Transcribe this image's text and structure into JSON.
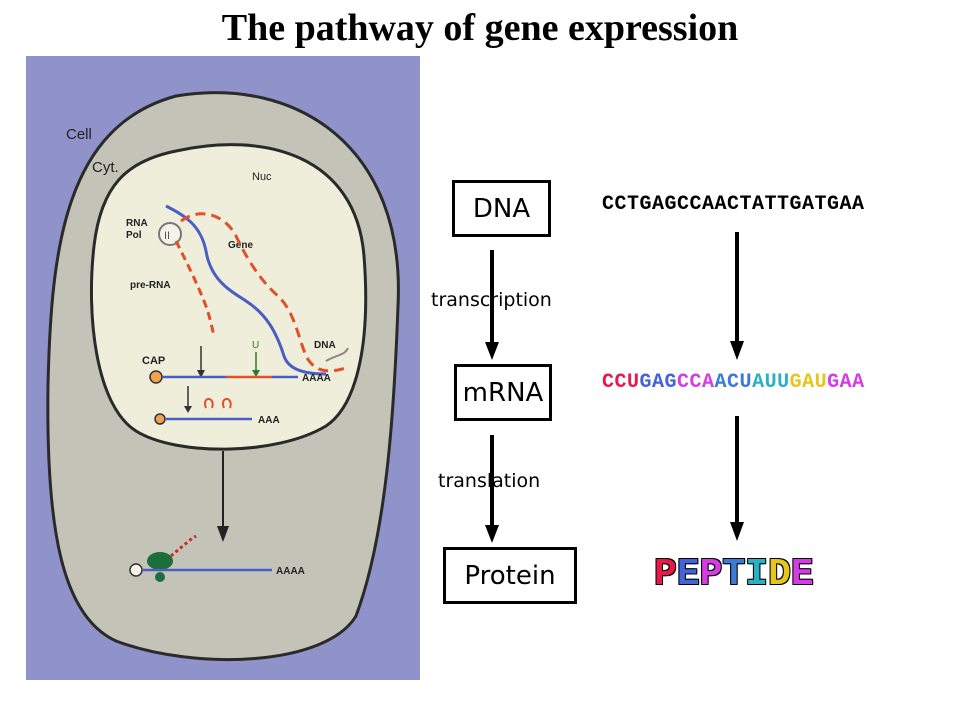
{
  "title": "The pathway of gene expression",
  "photo_labels": {
    "cell": "Cell",
    "cyt": "Cyt.",
    "nuc": "Nuc",
    "rna_pol": [
      "RNA",
      "Pol"
    ],
    "pol_num": "II",
    "gene": "Gene",
    "pre_rna": "pre-RNA",
    "dna": "DNA",
    "cap": "CAP",
    "u": "U",
    "aaaa_1": "AAAA",
    "aaa": "AAA",
    "aaaa_2": "AAAA"
  },
  "flow": {
    "dna_label": "DNA",
    "transcription_label": "transcription",
    "mrna_label": "mRNA",
    "translation_label": "translation",
    "protein_label": "Protein"
  },
  "dna_sequence": "CCTGAGCCAACTATTGATGAA",
  "mrna_codons": [
    {
      "text": "CCU",
      "color": "#e6194b"
    },
    {
      "text": "GAG",
      "color": "#4363d8"
    },
    {
      "text": "CCA",
      "color": "#d63ce6"
    },
    {
      "text": "ACU",
      "color": "#3a7bd5"
    },
    {
      "text": "AUU",
      "color": "#2ab0c4"
    },
    {
      "text": "GAU",
      "color": "#e6c619"
    },
    {
      "text": "GAA",
      "color": "#d63ce6"
    }
  ],
  "peptide_letters": [
    {
      "text": "P",
      "color": "#e6194b"
    },
    {
      "text": "E",
      "color": "#4363d8"
    },
    {
      "text": "P",
      "color": "#d63ce6"
    },
    {
      "text": "T",
      "color": "#3a7bd5"
    },
    {
      "text": "I",
      "color": "#2ab0c4"
    },
    {
      "text": "D",
      "color": "#e6c619"
    },
    {
      "text": "E",
      "color": "#d63ce6"
    }
  ],
  "colors": {
    "slide_bg": "#8f93c9",
    "cytoplasm": "#c4c3b7",
    "nucleus": "#efeedb",
    "strand_blue": "#4a5fc4",
    "strand_red": "#e0502a",
    "cap_fill": "#f2a14c",
    "ribosome": "#1c6e3a"
  }
}
